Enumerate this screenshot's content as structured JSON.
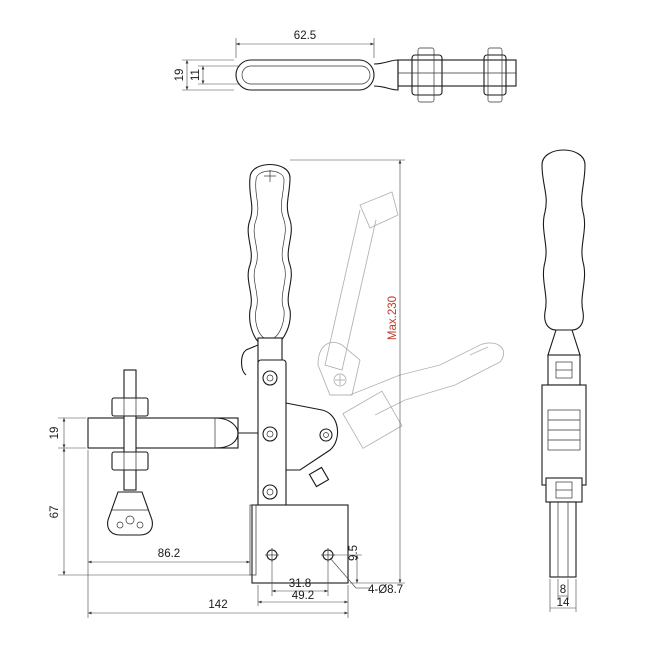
{
  "dimensions": {
    "top_length": "62.5",
    "top_height_outer": "19",
    "top_height_inner": "11",
    "total_height": "Max.230",
    "bar_thickness": "19",
    "spindle_height": "67",
    "reach": "86.2",
    "total_length": "142",
    "hole_pitch_x": "31.8",
    "base_width": "49.2",
    "hole_edge": "9.5",
    "holes": "4-Ø8.7",
    "side_inner": "8",
    "side_outer": "14"
  },
  "colors": {
    "line": "#1a1a1a",
    "ghost": "#b4b4b4",
    "accent": "#c0392b"
  }
}
